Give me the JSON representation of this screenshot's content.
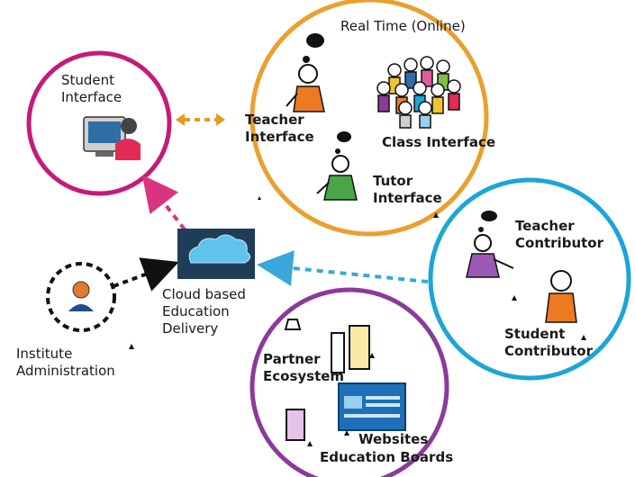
{
  "colors": {
    "student_ring": "#c61a79",
    "realtime_ring": "#e9a02f",
    "contributor_ring": "#1aa6d6",
    "partner_ring": "#8b3a9a",
    "admin_ring": "#111111",
    "arrow_orange": "#e79a1f",
    "arrow_pink": "#d9347f",
    "arrow_blue": "#39a7d9",
    "arrow_black": "#111111"
  },
  "groups": {
    "student": {
      "title": "Student\nInterface",
      "icon": "student-at-computer-icon"
    },
    "realtime": {
      "title": "Real Time (Online)",
      "teacher": "Teacher\nInterface",
      "class": "Class Interface",
      "tutor": "Tutor\nInterface",
      "icons": [
        "teacher-figure-icon",
        "class-group-icon",
        "tutor-figure-icon"
      ]
    },
    "cloud": {
      "label": "Cloud based\nEducation\nDelivery",
      "icon": "cloud-icon"
    },
    "admin": {
      "label": "Institute\nAdministration",
      "icon": "administrator-avatar-icon"
    },
    "contributor": {
      "teacher": "Teacher\nContributor",
      "student": "Student\nContributor",
      "icons": [
        "teacher-contributor-icon",
        "student-contributor-icon"
      ]
    },
    "partner": {
      "ecosystem": "Partner\nEcosystem",
      "websites": "Websites",
      "boards": "Education Boards",
      "icons": [
        "document-icon",
        "website-screen-icon"
      ]
    }
  }
}
